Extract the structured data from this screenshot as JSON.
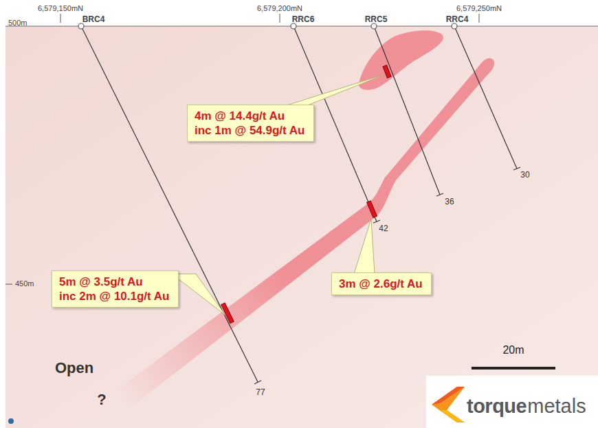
{
  "diagram": {
    "nodes": [
      {
        "text": [
          "4m @ 14.4g/t Au",
          "inc 1m @ 54.9g/t Au"
        ]
      },
      {
        "text": [
          "3m @ 2.6g/t Au"
        ]
      },
      {
        "text": [
          "5m @ 3.5g/t Au",
          "inc 2m @ 10.1g/t Au"
        ]
      }
    ],
    "labels": [
      "6,579,150mN",
      "6,579,200mN",
      "6,579,250mN",
      "500m",
      "450m",
      "BRC4",
      "RRC6",
      "RRC5",
      "RRC4",
      "36",
      "42",
      "30",
      "77",
      "20m",
      "Open",
      "?",
      "torque",
      "metals"
    ]
  }
}
